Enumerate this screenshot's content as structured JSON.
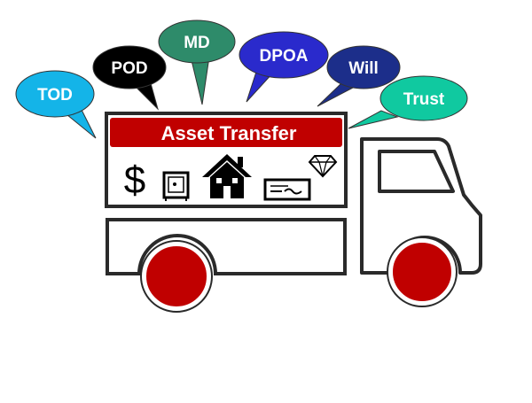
{
  "banner": {
    "label": "Asset Transfer",
    "color": "#c00000"
  },
  "bubbles": [
    {
      "label": "TOD",
      "color": "#14b4e8",
      "text_color": "#ffffff"
    },
    {
      "label": "POD",
      "color": "#000000",
      "text_color": "#ffffff"
    },
    {
      "label": "MD",
      "color": "#2e8b6a",
      "text_color": "#ffffff"
    },
    {
      "label": "DPOA",
      "color": "#2a2acc",
      "text_color": "#ffffff"
    },
    {
      "label": "Will",
      "color": "#1c2e8a",
      "text_color": "#ffffff"
    },
    {
      "label": "Trust",
      "color": "#10c9a0",
      "text_color": "#ffffff"
    }
  ],
  "cargo_icons": {
    "dollar": "$",
    "items": [
      "dollar-icon",
      "safe-icon",
      "house-icon",
      "check-icon",
      "diamond-icon"
    ]
  },
  "truck": {
    "outline_color": "#222222",
    "wheel_color": "#c00000"
  }
}
